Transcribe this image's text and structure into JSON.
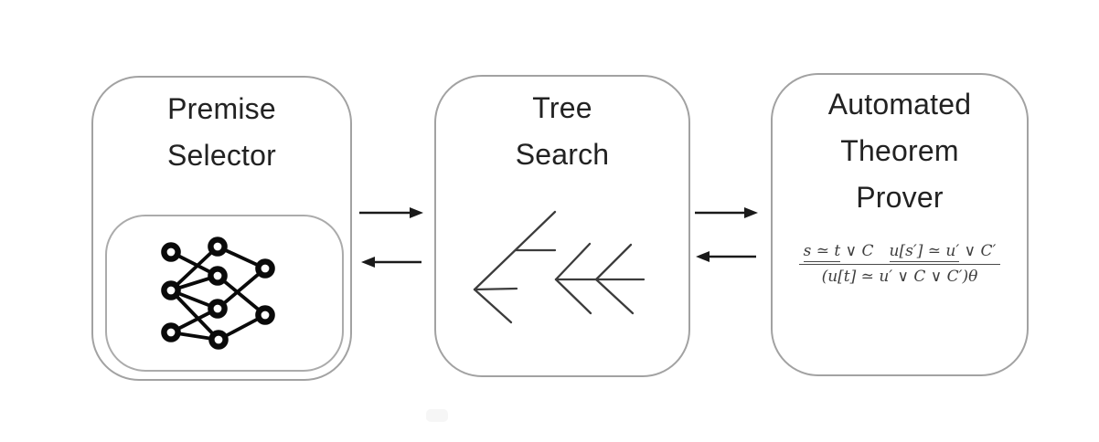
{
  "boxes": [
    {
      "name": "premise-selector",
      "title_lines": [
        "Premise",
        "Selector"
      ],
      "icon": "neural-network-icon"
    },
    {
      "name": "tree-search",
      "title_lines": [
        "Tree",
        "Search"
      ],
      "icon": "search-tree-icon"
    },
    {
      "name": "automated-theorem-prover",
      "title_lines": [
        "Automated",
        "Theorem",
        "Prover"
      ],
      "icon": "superposition-inference-rule"
    }
  ],
  "formula": {
    "numerator_left": {
      "underlined": "s ≃ t",
      "rest": " ∨ C"
    },
    "numerator_right": {
      "underlined": "u[s′] ≃ u′",
      "rest": " ∨ C′"
    },
    "denominator": "(u[t] ≃ u′ ∨ C ∨ C′)θ"
  },
  "arrows": [
    {
      "name": "premise-to-tree-arrow",
      "direction": "right"
    },
    {
      "name": "tree-to-premise-arrow",
      "direction": "left"
    },
    {
      "name": "tree-to-prover-arrow",
      "direction": "right"
    },
    {
      "name": "prover-to-tree-arrow",
      "direction": "left"
    }
  ],
  "colors": {
    "background": "#ffffff",
    "box_border": "#a2a2a2",
    "title_text": "#222222",
    "arrow": "#1a1a1a",
    "icon": "#0a0a0a",
    "formula_text": "#3d3d3d"
  }
}
